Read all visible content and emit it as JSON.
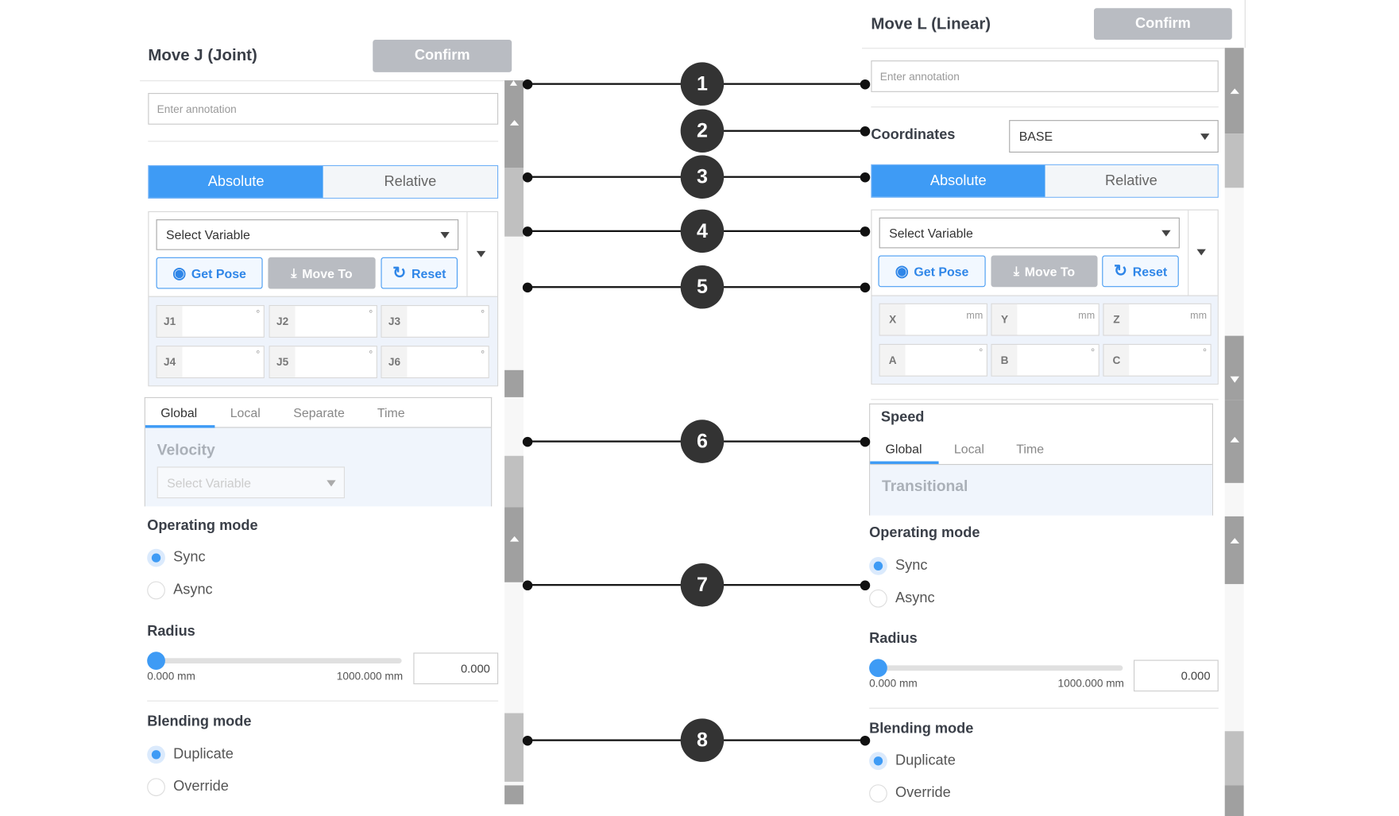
{
  "left_panel": {
    "title": "Move J (Joint)",
    "confirm": "Confirm",
    "annotation_placeholder": "Enter annotation",
    "mode_tabs": [
      "Absolute",
      "Relative"
    ],
    "select_variable": "Select Variable",
    "buttons": {
      "get_pose": "Get Pose",
      "move_to": "Move To",
      "reset": "Reset"
    },
    "fields": [
      {
        "label": "J1",
        "unit": "°"
      },
      {
        "label": "J2",
        "unit": "°"
      },
      {
        "label": "J3",
        "unit": "°"
      },
      {
        "label": "J4",
        "unit": "°"
      },
      {
        "label": "J5",
        "unit": "°"
      },
      {
        "label": "J6",
        "unit": "°"
      }
    ],
    "speed_tabs": [
      "Global",
      "Local",
      "Separate",
      "Time"
    ],
    "velocity_label": "Velocity",
    "velocity_select": "Select Variable",
    "operating_mode": {
      "title": "Operating mode",
      "options": [
        "Sync",
        "Async"
      ],
      "selected": "Sync"
    },
    "radius": {
      "title": "Radius",
      "min_label": "0.000 mm",
      "max_label": "1000.000 mm",
      "value": "0.000",
      "fraction": 0
    },
    "blending_mode": {
      "title": "Blending mode",
      "options": [
        "Duplicate",
        "Override"
      ],
      "selected": "Duplicate"
    }
  },
  "right_panel": {
    "title": "Move L (Linear)",
    "confirm": "Confirm",
    "annotation_placeholder": "Enter annotation",
    "coordinates_label": "Coordinates",
    "coordinates_value": "BASE",
    "mode_tabs": [
      "Absolute",
      "Relative"
    ],
    "select_variable": "Select Variable",
    "buttons": {
      "get_pose": "Get Pose",
      "move_to": "Move To",
      "reset": "Reset"
    },
    "fields": [
      {
        "label": "X",
        "unit": "mm"
      },
      {
        "label": "Y",
        "unit": "mm"
      },
      {
        "label": "Z",
        "unit": "mm"
      },
      {
        "label": "A",
        "unit": "°"
      },
      {
        "label": "B",
        "unit": "°"
      },
      {
        "label": "C",
        "unit": "°"
      }
    ],
    "speed_title": "Speed",
    "speed_tabs": [
      "Global",
      "Local",
      "Time"
    ],
    "transitional_label": "Transitional",
    "operating_mode": {
      "title": "Operating mode",
      "options": [
        "Sync",
        "Async"
      ],
      "selected": "Sync"
    },
    "radius": {
      "title": "Radius",
      "min_label": "0.000 mm",
      "max_label": "1000.000 mm",
      "value": "0.000",
      "fraction": 0
    },
    "blending_mode": {
      "title": "Blending mode",
      "options": [
        "Duplicate",
        "Override"
      ],
      "selected": "Duplicate"
    }
  },
  "callouts": [
    "1",
    "2",
    "3",
    "4",
    "5",
    "6",
    "7",
    "8"
  ],
  "colors": {
    "accent": "#3e9bf5",
    "disabled_button": "#b9bcc2",
    "callout": "#333333"
  }
}
